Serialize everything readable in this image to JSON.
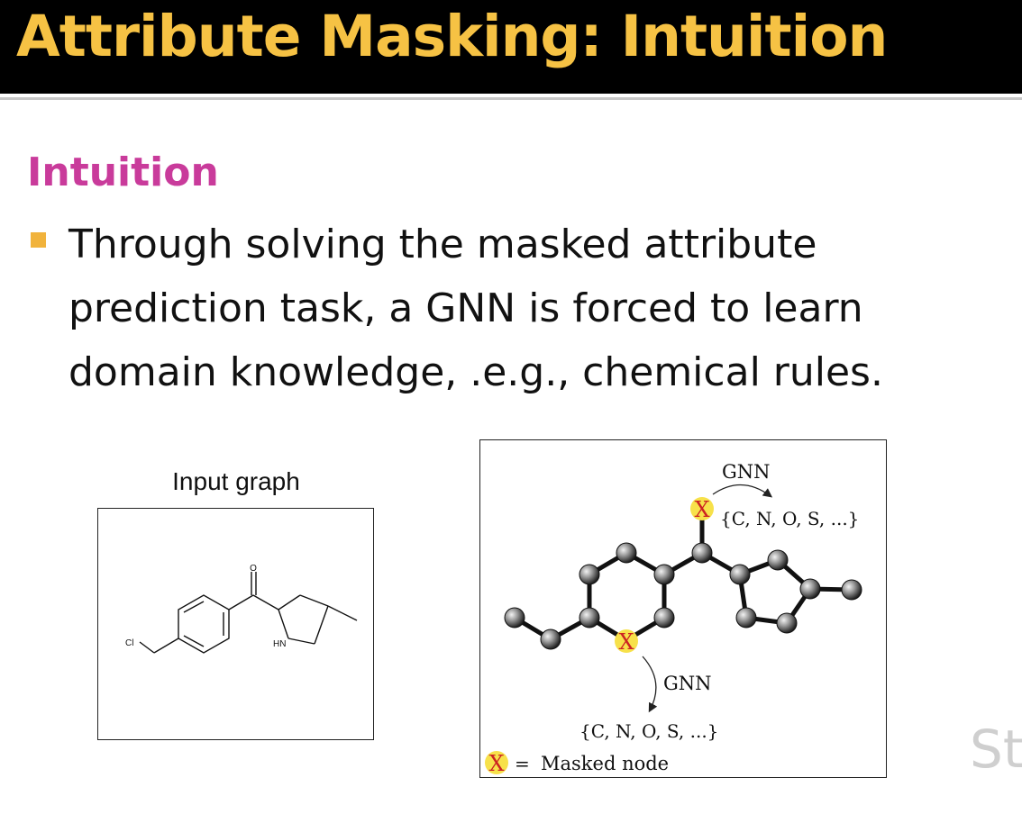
{
  "slide": {
    "title": "Attribute Masking: Intuition",
    "heading": "Intuition",
    "bullet_text": "Through solving the masked attribute prediction task, a GNN is forced to learn domain knowledge, .e.g., chemical rules.",
    "watermark": "Sta"
  },
  "figure_left": {
    "caption": "Input graph",
    "atom_O": "O",
    "atom_Cl": "Cl",
    "atom_HN": "HN"
  },
  "figure_right": {
    "gnn_top_label": "GNN",
    "gnn_top_set": "{C, N, O, S, ...}",
    "gnn_bottom_label": "GNN",
    "gnn_bottom_set": "{C, N, O, S, ...}",
    "mask_symbol": "X",
    "legend_eq": "=",
    "legend_text": "Masked node"
  },
  "colors": {
    "title_bar_bg": "#000000",
    "title_text": "#f6c244",
    "heading": "#c93b9b",
    "bullet": "#f1b33c",
    "mask_highlight": "#f7e14a",
    "mask_x": "#cc2222"
  }
}
